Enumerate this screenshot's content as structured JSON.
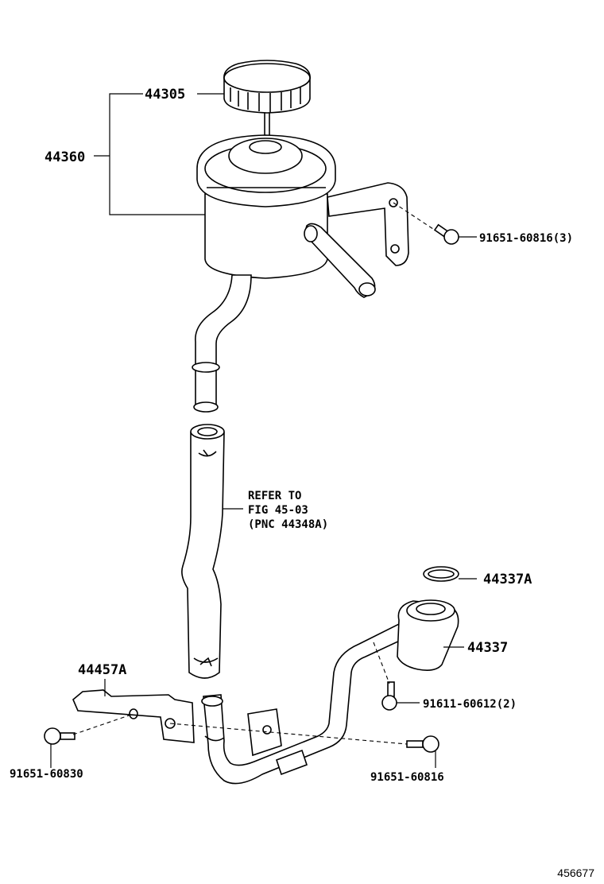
{
  "labels": {
    "cap": "44305",
    "reservoir": "44360",
    "bolt_bracket": "91651-60816(3)",
    "refer_line1": "REFER TO",
    "refer_line2": "FIG 45-03",
    "refer_line3": "(PNC 44348A)",
    "oring": "44337A",
    "pipe": "44337",
    "bracket": "44457A",
    "bolt_pipe": "91611-60612(2)",
    "bolt_left": "91651-60830",
    "bolt_right": "91651-60816"
  },
  "figure_id": "456677"
}
